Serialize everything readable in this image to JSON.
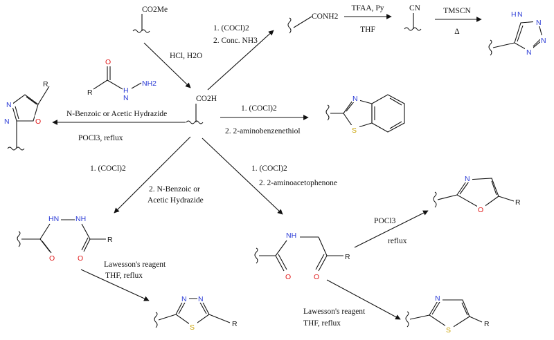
{
  "diagram": {
    "start_group": "CO2Me",
    "reagents": {
      "hydrolysis": "HCl, H2O",
      "amide_step1": "1. (COCl)2",
      "amide_step2": "2. Conc. NH3",
      "dehydration_top": "TFAA, Py",
      "dehydration_bottom": "THF",
      "tetrazole_top": "TMSCN",
      "tetrazole_bottom": "Δ",
      "benzothiazole_step1": "1. (COCl)2",
      "benzothiazole_step2": "2. 2-aminobenzenethiol",
      "oxadiazole_reagent": "N-Benzoic or Acetic Hydrazide",
      "oxadiazole_cond": "POCl3, reflux",
      "diacyl_step1": "1. (COCl)2",
      "diacyl_step2a": "2. N-Benzoic or",
      "diacyl_step2b": "Acetic Hydrazide",
      "ketoamide_step1": "1. (COCl)2",
      "ketoamide_step2": "2. 2-aminoacetophenone",
      "thiadiazole_cond1": "Lawesson's reagent",
      "thiadiazole_cond2": "THF, reflux",
      "oxazole_cond1": "POCl3",
      "oxazole_cond2": "reflux",
      "thiazole_cond1": "Lawesson's reagent",
      "thiazole_cond2": "THF, reflux"
    },
    "groups": {
      "acid": "CO2H",
      "amide": "CONH2",
      "nitrile": "CN"
    },
    "atoms": {
      "N": "N",
      "O": "O",
      "S": "S",
      "H": "H",
      "NH": "NH",
      "HN": "HN",
      "NH2": "NH2",
      "H_N": "H",
      "R": "R"
    },
    "colors": {
      "nitrogen": "#2b3bd6",
      "oxygen": "#e01a1a",
      "sulfur": "#c9a100"
    }
  }
}
